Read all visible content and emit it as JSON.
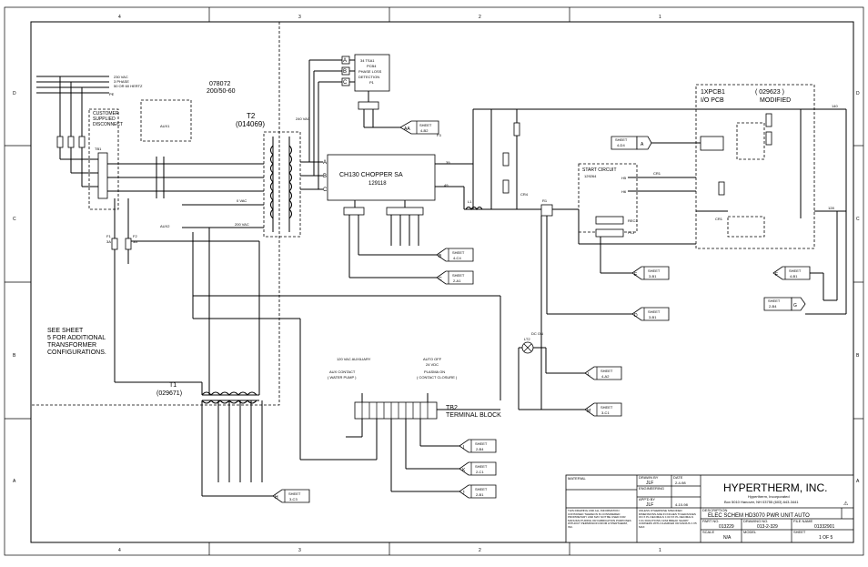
{
  "border": {
    "top_zones": [
      "4",
      "3",
      "2",
      "1"
    ],
    "bottom_zones": [
      "4",
      "3",
      "2",
      "1"
    ],
    "left_zones": [
      "D",
      "C",
      "B",
      "A"
    ],
    "right_zones": [
      "D",
      "C",
      "B",
      "A"
    ]
  },
  "input_power": {
    "line1": "230 VAC",
    "line2": "3 PHASE",
    "line3": "50 OR 60 HERTZ",
    "ground": "PE"
  },
  "disconnect": {
    "line1": "CUSTOMER",
    "line2": "SUPPLIED",
    "line3": "DISCONNECT"
  },
  "tb1": "TB1",
  "t2": {
    "model": "078072",
    "rating": "200/50-60",
    "name": "T2",
    "part": "(014069)"
  },
  "t1": {
    "name": "T1",
    "part": "(029671)"
  },
  "pcb_phase": {
    "l1": "34 TSA1",
    "l2": "PCB4",
    "l3": "PHASE LOSS",
    "l4": "DETECTION",
    "l5": "P1"
  },
  "phase_inputs": [
    "A",
    "B",
    "C"
  ],
  "chopper": {
    "name": "CH130 CHOPPER SA",
    "part": "129118"
  },
  "chopper_inputs": [
    "A",
    "B",
    "C"
  ],
  "io_pcb": {
    "name": "1XPCB1",
    "part": "( 029623 )",
    "label": "I/O PCB",
    "modified": "MODIFIED"
  },
  "start_circuit": {
    "label": "START CIRCUIT",
    "part": "129264"
  },
  "tb2": {
    "name": "TB2",
    "label": "TERMINAL BLOCK"
  },
  "see_note": [
    "SEE SHEET",
    "5 FOR ADDITIONAL",
    "TRANSFORMER",
    "CONFIGURATIONS."
  ],
  "aux_labels": {
    "aux_contact": "AUX CONTACT",
    "water_pump": "( WATER PUMP )",
    "vac_aux": "120 VAC AUXILIARY",
    "auto_off": "AUTO OFF",
    "vdc24": "24 VDC",
    "plasma_on": "PLASMA ON",
    "contact_closure": "( CONTACT CLOSURE )",
    "dc_on": "DC ON",
    "lt2": "LT2"
  },
  "wire_labels": {
    "v200": "200 VAC",
    "v0": "0 VAC",
    "v230": "230 VAC",
    "v240": "240 VAC",
    "f1": "F1",
    "f1r": "3A",
    "f2": "F2",
    "f2r": "3A",
    "l1": "L1",
    "r1": "R1",
    "cr4": "CR4",
    "r2": "R2",
    "cr1": "CR1",
    "h5": "H5",
    "h6": "H6",
    "p1": "P1",
    "p2": "P2",
    "p4": "P4",
    "rec": "REC3",
    "pl3": "PL3"
  },
  "off_sheet": [
    {
      "letter": "AA",
      "sheet": "SHEET",
      "ref": "4-B2"
    },
    {
      "letter": "A",
      "sheet": "SHEET",
      "ref": "4-D4"
    },
    {
      "letter": "B",
      "sheet": "SHEET",
      "ref": "4-C4"
    },
    {
      "letter": "C",
      "sheet": "SHEET",
      "ref": "2-A1"
    },
    {
      "letter": "D",
      "sheet": "SHEET",
      "ref": "3-B1"
    },
    {
      "letter": "E",
      "sheet": "SHEET",
      "ref": "3-B1"
    },
    {
      "letter": "F",
      "sheet": "SHEET",
      "ref": "4-B1"
    },
    {
      "letter": "G",
      "sheet": "SHEET",
      "ref": "2-B4"
    },
    {
      "letter": "L",
      "sheet": "SHEET",
      "ref": "4-A2"
    },
    {
      "letter": "M",
      "sheet": "SHEET",
      "ref": "3-C1"
    },
    {
      "letter": "I",
      "sheet": "SHEET",
      "ref": "2-B4"
    },
    {
      "letter": "K",
      "sheet": "SHEET",
      "ref": "2-C1"
    },
    {
      "letter": "J",
      "sheet": "SHEET",
      "ref": "2-B1"
    },
    {
      "letter": "H",
      "sheet": "SHEET",
      "ref": "3-C3"
    }
  ],
  "title_block": {
    "company": "HYPERTHERM, INC.",
    "company_sub": "Hypertherm, Incorporated",
    "address": "Box 5010 Hanover, NH 03755 (603) 643-3441",
    "material": "MATERIAL",
    "drawn_by_label": "DRAWN BY",
    "drawn_by": "JLF",
    "date_label": "DATE",
    "date1": "2-4-98",
    "engineering": "ENGINEERING",
    "appd_label": "APP'D BY",
    "appd_by": "JLF",
    "date2": "4-10-98",
    "description_label": "DESCRIPTION",
    "description": "ELEC SCHEM HD3070 PWR UNIT AUTO",
    "proprietary": "THIS DRAWING AND ALL INFORMATION CONTAINED THEREON IS CONSIDERED PROPRIETARY AND MAY NOT BE USED FOR MANUFACTURING OR FABRICATION PURPOSES WITHOUT PERMISSION FROM HYPERTHERM, INC.",
    "tolerances": "UNLESS OTHERWISE SPECIFIED DIMENSIONS ARE IN INCHES TOLERANCES ON X PL DECIMALS ±.03 XX PL DECIMALS ±.01 FRACTIONS ±1/64 BREAK SHARP CORNERS WITH CHAMFER OR RADIUS ±.X5 MAX",
    "part_no_label": "PART NO.",
    "part_no": "013229",
    "drawing_no_label": "DRAWING NO.",
    "drawing_no": "013-2-329",
    "file_name_label": "FILE NAME",
    "file_name": "01332901",
    "scale_label": "SCALE",
    "scale": "N/A",
    "model_label": "MODEL",
    "sheet_label": "SHEET",
    "sheet": "1 OF 5"
  }
}
